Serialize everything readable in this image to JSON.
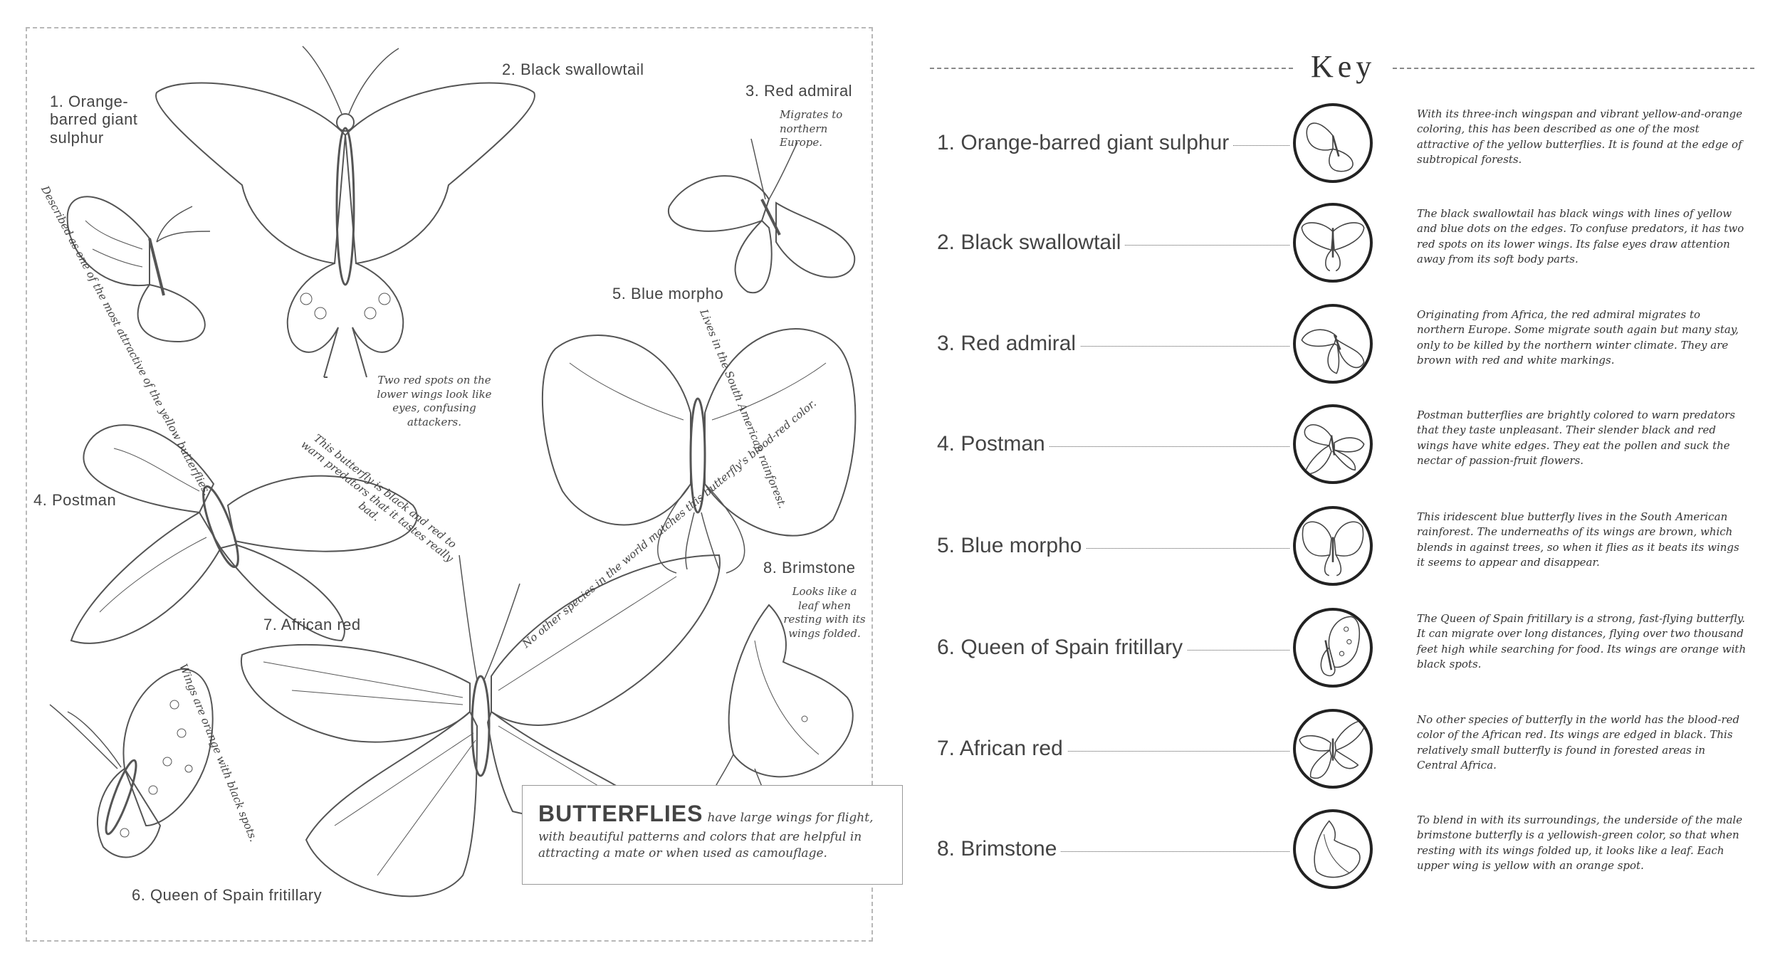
{
  "left_page": {
    "labels": {
      "l1": "1. Orange-barred giant sulphur",
      "l2": "2. Black swallowtail",
      "l3": "3. Red admiral",
      "l4": "4. Postman",
      "l5": "5. Blue morpho",
      "l6": "6. Queen of Spain fritillary",
      "l7": "7. African red",
      "l8": "8. Brimstone"
    },
    "notes": {
      "sulphur": "Described as one of the most attractive of the yellow butterflies.",
      "swallowtail": "Two red spots on the lower wings look like eyes, confusing attackers.",
      "admiral": "Migrates to northern Europe.",
      "morpho": "Lives in the South American rainforest.",
      "postman": "This butterfly is black and red to warn predators that it tastes really bad.",
      "african_red": "No other species in the world matches this butterfly's blood-red color.",
      "brimstone": "Looks like a leaf when resting with its wings folded.",
      "fritillary": "Wings are orange with black spots."
    },
    "intro": {
      "title": "BUTTERFLIES",
      "text": "have large wings for flight, with beautiful patterns and colors that are helpful in attracting a mate or when used as camouflage."
    }
  },
  "key": {
    "title": "Key",
    "items": [
      {
        "name": "1. Orange-barred giant sulphur",
        "desc": "With its three-inch wingspan and vibrant yellow-and-orange coloring, this has been described as one of the most attractive of the yellow butterflies. It is found at the edge of subtropical forests."
      },
      {
        "name": "2. Black swallowtail",
        "desc": "The black swallowtail has black wings with lines of yellow and blue dots on the edges. To confuse predators, it has two red spots on its lower wings. Its false eyes draw attention away from its soft body parts."
      },
      {
        "name": "3. Red admiral",
        "desc": "Originating from Africa, the red admiral migrates to northern Europe. Some migrate south again but many stay, only to be killed by the northern winter climate. They are brown with red and white markings."
      },
      {
        "name": "4. Postman",
        "desc": "Postman butterflies are brightly colored to warn predators that they taste unpleasant. Their slender black and red wings have white edges. They eat the pollen and suck the nectar of passion-fruit flowers."
      },
      {
        "name": "5. Blue morpho",
        "desc": "This iridescent blue butterfly lives in the South American rainforest. The underneaths of its wings are brown, which blends in against trees, so when it flies as it beats its wings it seems to appear and disappear."
      },
      {
        "name": "6. Queen of Spain fritillary",
        "desc": "The Queen of Spain fritillary is a strong, fast-flying butterfly. It can migrate over long distances, flying over two thousand feet high while searching for food. Its wings are orange with black spots."
      },
      {
        "name": "7. African red",
        "desc": "No other species of butterfly in the world has the blood-red color of the African red. Its wings are edged in black. This relatively small butterfly is found in forested areas in Central Africa."
      },
      {
        "name": "8. Brimstone",
        "desc": "To blend in with its surroundings, the underside of the male brimstone butterfly is a yellowish-green color, so that when resting with its wings folded up, it looks like a leaf. Each upper wing is yellow with an orange spot."
      }
    ]
  }
}
